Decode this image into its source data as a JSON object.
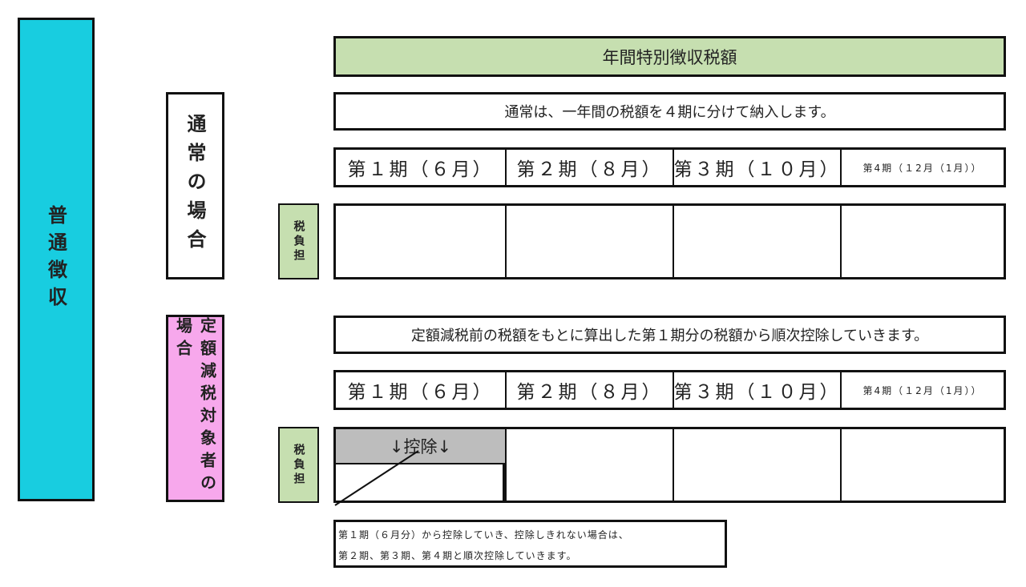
{
  "left": {
    "main_label": "普通徴収",
    "normal_case_label": "通常の場合",
    "fixed_case_label": "定額減税対象者の場合",
    "burden_label": "税負担"
  },
  "header": {
    "title": "年間特別徴収税額"
  },
  "normal": {
    "note": "通常は、一年間の税額を４期に分けて納入します。",
    "periods": [
      "第１期（６月）",
      "第２期（８月）",
      "第３期（１０月）",
      "第4期（１2月（1月））"
    ]
  },
  "fixed": {
    "note": "定額減税前の税額をもとに算出した第１期分の税額から順次控除していきます。",
    "periods": [
      "第１期（６月）",
      "第２期（８月）",
      "第３期（１０月）",
      "第4期（１2月（1月））"
    ],
    "deduction_label": "↓控除↓"
  },
  "footnote": {
    "line1": "第１期（６月分）から控除していき、控除しきれない場合は、",
    "line2": "第２期、第３期、第４期と順次控除していきます。"
  },
  "colors": {
    "main_label_bg": "#18cde0",
    "header_bg": "#c6dfb0",
    "fixed_case_bg": "#f7a8ec",
    "deduction_bg": "#bdbdbd"
  }
}
